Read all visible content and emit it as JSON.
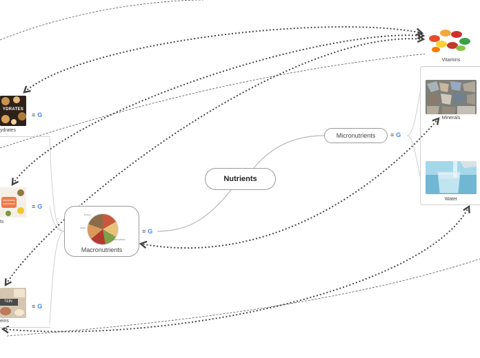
{
  "root": {
    "label": "Nutrients"
  },
  "branches": {
    "micronutrients": {
      "label": "Micronutrients"
    },
    "macronutrients": {
      "label": "Macronutrients"
    }
  },
  "macro_children": [
    {
      "label": "ydrates",
      "image": "carbohydrates-photo",
      "image_text": "YDRATES"
    },
    {
      "label": "ts",
      "image": "fats-photo"
    },
    {
      "label": "eins",
      "image": "proteins-photo",
      "image_text": "TEIN"
    }
  ],
  "micro_children": [
    {
      "label": "Vitamins",
      "image": "vitamin-pills-photo"
    },
    {
      "label": "Minerals",
      "image": "minerals-rocks-photo"
    },
    {
      "label": "Water",
      "image": "water-glass-photo"
    }
  ],
  "plate_labels": [
    "Protein",
    "Carbohydrates",
    "Lipids"
  ],
  "icons": {
    "menu": "≡",
    "google": "G"
  },
  "colors": {
    "solid_connector": "#b8b8b8",
    "dotted_arrow": "#444444",
    "node_border": "#9a9a9a",
    "google_blue": "#4285f4"
  }
}
